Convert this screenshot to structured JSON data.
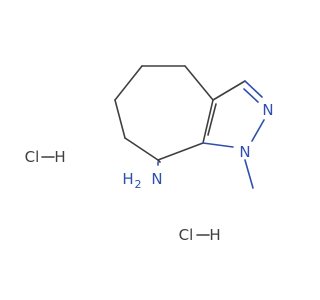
{
  "molecule": {
    "atoms": {
      "ring_n1": "N",
      "ring_n2": "N",
      "amine_n": "N",
      "amine_h": "H",
      "amine_h_count": "2"
    },
    "salts": [
      {
        "cl": "Cl",
        "h": "H"
      },
      {
        "cl": "Cl",
        "h": "H"
      }
    ]
  },
  "colors": {
    "nitrogen": "#2f4fb0",
    "carbon_bond": "#3f3f3f"
  }
}
